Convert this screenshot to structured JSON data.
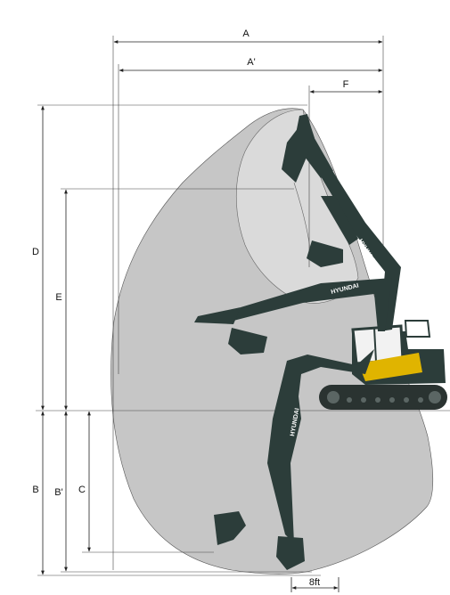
{
  "labels": {
    "A": "A",
    "A_prime": "A'",
    "F": "F",
    "D": "D",
    "E": "E",
    "B": "B",
    "B_prime": "B'",
    "C": "C",
    "scale": "8ft"
  },
  "brand_text": "HYUNDAI",
  "colors": {
    "envelope_outer": "#c6c6c6",
    "envelope_inner": "#dadada",
    "machine_body": "#2c3d3a",
    "machine_accent": "#e0b400",
    "track": "#2a3331"
  }
}
